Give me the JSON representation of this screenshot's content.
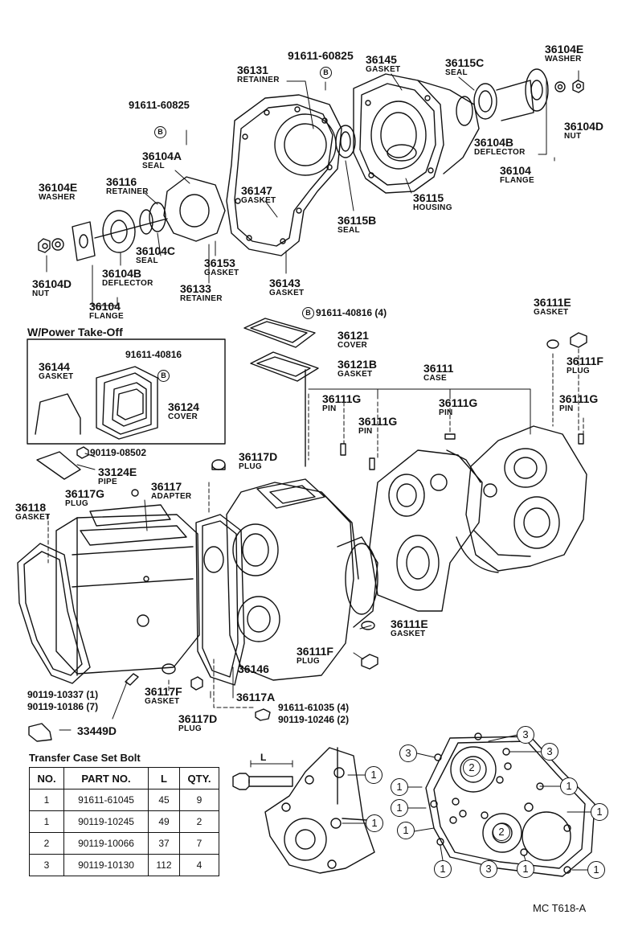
{
  "parts": [
    {
      "number": "91611-60825",
      "name": ""
    },
    {
      "number": "36131",
      "name": "RETAINER"
    },
    {
      "number": "36145",
      "name": "GASKET"
    },
    {
      "number": "36115C",
      "name": "SEAL"
    },
    {
      "number": "36104E",
      "name": "WASHER"
    },
    {
      "number": "36104D",
      "name": "NUT"
    },
    {
      "number": "91611-60825",
      "name": ""
    },
    {
      "number": "36104A",
      "name": "SEAL"
    },
    {
      "number": "36104B",
      "name": "DEFLECTOR"
    },
    {
      "number": "36104",
      "name": "FLANGE"
    },
    {
      "number": "36116",
      "name": "RETAINER"
    },
    {
      "number": "36147",
      "name": "GASKET"
    },
    {
      "number": "36115",
      "name": "HOUSING"
    },
    {
      "number": "36115B",
      "name": "SEAL"
    },
    {
      "number": "36104E",
      "name": "WASHER"
    },
    {
      "number": "36104C",
      "name": "SEAL"
    },
    {
      "number": "36153",
      "name": "GASKET"
    },
    {
      "number": "36104D",
      "name": "NUT"
    },
    {
      "number": "36104B",
      "name": "DEFLECTOR"
    },
    {
      "number": "36133",
      "name": "RETAINER"
    },
    {
      "number": "36143",
      "name": "GASKET"
    },
    {
      "number": "36104",
      "name": "FLANGE"
    },
    {
      "number": "36111E",
      "name": "GASKET"
    },
    {
      "number": "36121",
      "name": "COVER"
    },
    {
      "number": "36121B",
      "name": "GASKET"
    },
    {
      "number": "36111F",
      "name": "PLUG"
    },
    {
      "number": "36144",
      "name": "GASKET"
    },
    {
      "number": "91611-40816",
      "name": ""
    },
    {
      "number": "36124",
      "name": "COVER"
    },
    {
      "number": "36111",
      "name": "CASE"
    },
    {
      "number": "36111G",
      "name": "PIN"
    },
    {
      "number": "36111G",
      "name": "PIN"
    },
    {
      "number": "36111G",
      "name": "PIN"
    },
    {
      "number": "36111G",
      "name": "PIN"
    },
    {
      "number": "90119-08502",
      "name": ""
    },
    {
      "number": "36117D",
      "name": "PLUG"
    },
    {
      "number": "33124E",
      "name": "PIPE"
    },
    {
      "number": "36117G",
      "name": "PLUG"
    },
    {
      "number": "36117",
      "name": "ADAPTER"
    },
    {
      "number": "36118",
      "name": "GASKET"
    },
    {
      "number": "36111E",
      "name": "GASKET"
    },
    {
      "number": "36111F",
      "name": "PLUG"
    },
    {
      "number": "36146",
      "name": ""
    },
    {
      "number": "36117F",
      "name": "GASKET"
    },
    {
      "number": "36117A",
      "name": ""
    },
    {
      "number": "36117D",
      "name": "PLUG"
    },
    {
      "number": "33449D",
      "name": ""
    }
  ],
  "refs": {
    "bolt_40816": "91611-40816 (4)",
    "bolt_10337": "90119-10337 (1)",
    "bolt_10186": "90119-10186 (7)",
    "bolt_61035": "91611-61035 (4)",
    "bolt_10246": "90119-10246 (2)"
  },
  "pto_box_title": "W/Power Take-Off",
  "table": {
    "title": "Transfer Case Set Bolt",
    "headers": [
      "NO.",
      "PART NO.",
      "L",
      "QTY."
    ],
    "rows": [
      [
        "1",
        "91611-61045",
        "45",
        "9"
      ],
      [
        "1",
        "90119-10245",
        "49",
        "2"
      ],
      [
        "2",
        "90119-10066",
        "37",
        "7"
      ],
      [
        "3",
        "90119-10130",
        "112",
        "4"
      ]
    ]
  },
  "bolt_dim_label": "L",
  "b_marker": "B",
  "bolt_position_numbers": {
    "left_view": [
      "1",
      "1"
    ],
    "right_view": [
      "3",
      "3",
      "3",
      "1",
      "1",
      "1",
      "1",
      "1",
      "1",
      "1",
      "3",
      "1",
      "2",
      "2"
    ]
  },
  "figure_code": "MC T618-A"
}
